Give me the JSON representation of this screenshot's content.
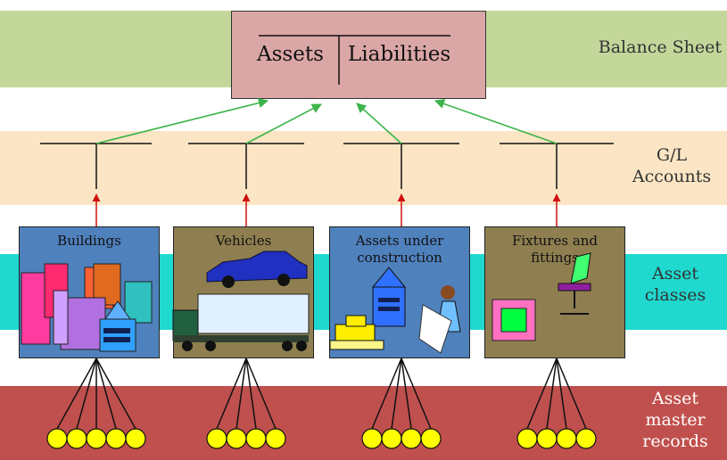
{
  "balance_sheet": {
    "band_label": "Balance Sheet",
    "assets": "Assets",
    "liabilities": "Liabilities"
  },
  "gl_accounts": {
    "band_label_line1": "G/L",
    "band_label_line2": "Accounts"
  },
  "asset_classes": {
    "band_label_line1": "Asset",
    "band_label_line2": "classes",
    "items": [
      {
        "title_line1": "Buildings",
        "title_line2": "",
        "color": "#4f81bd",
        "records": 5
      },
      {
        "title_line1": "Vehicles",
        "title_line2": "",
        "color": "#8f7f50",
        "records": 4
      },
      {
        "title_line1": "Assets under",
        "title_line2": "construction",
        "color": "#4f81bd",
        "records": 4
      },
      {
        "title_line1": "Fixtures and",
        "title_line2": "fittings",
        "color": "#8f7f50",
        "records": 4
      }
    ]
  },
  "master_records": {
    "band_label_line1": "Asset",
    "band_label_line2": "master",
    "band_label_line3": "records"
  },
  "colors": {
    "balance_band": "#c4d79b",
    "gl_band": "#fbe5c4",
    "classes_band": "#1fd9cf",
    "master_band": "#c0504d",
    "green_arrow": "#3cb44b",
    "red_arrow": "#d01010",
    "record_fill": "#ffff00"
  }
}
